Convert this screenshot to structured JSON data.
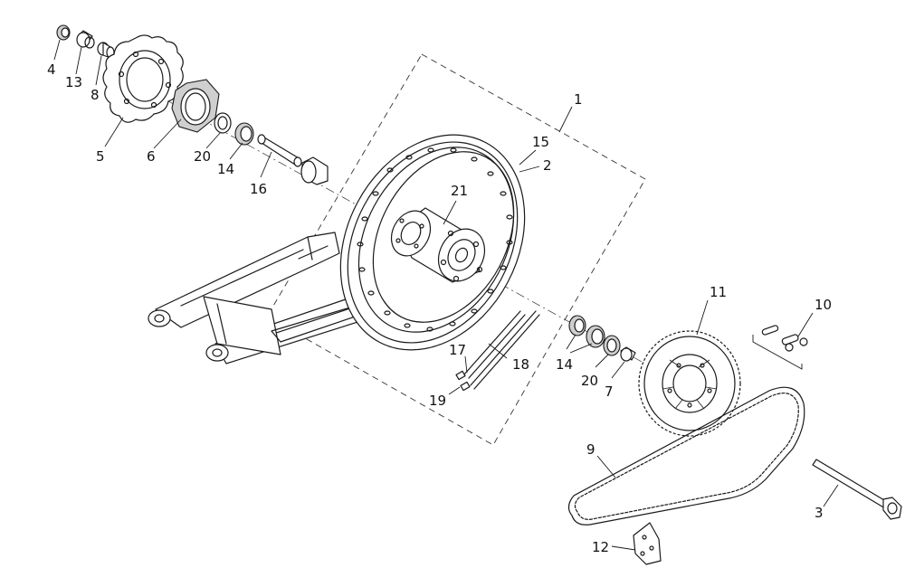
{
  "callouts": [
    {
      "id": "1",
      "text": "1"
    },
    {
      "id": "2",
      "text": "2"
    },
    {
      "id": "3",
      "text": "3"
    },
    {
      "id": "4",
      "text": "4"
    },
    {
      "id": "5",
      "text": "5"
    },
    {
      "id": "6",
      "text": "6"
    },
    {
      "id": "7",
      "text": "7"
    },
    {
      "id": "8",
      "text": "8"
    },
    {
      "id": "9",
      "text": "9"
    },
    {
      "id": "10",
      "text": "10"
    },
    {
      "id": "11",
      "text": "11"
    },
    {
      "id": "12",
      "text": "12"
    },
    {
      "id": "13",
      "text": "13"
    },
    {
      "id": "14a",
      "text": "14"
    },
    {
      "id": "14b",
      "text": "14"
    },
    {
      "id": "15",
      "text": "15"
    },
    {
      "id": "16",
      "text": "16"
    },
    {
      "id": "17",
      "text": "17"
    },
    {
      "id": "18",
      "text": "18"
    },
    {
      "id": "19",
      "text": "19"
    },
    {
      "id": "20a",
      "text": "20"
    },
    {
      "id": "20b",
      "text": "20"
    },
    {
      "id": "21",
      "text": "21"
    }
  ]
}
